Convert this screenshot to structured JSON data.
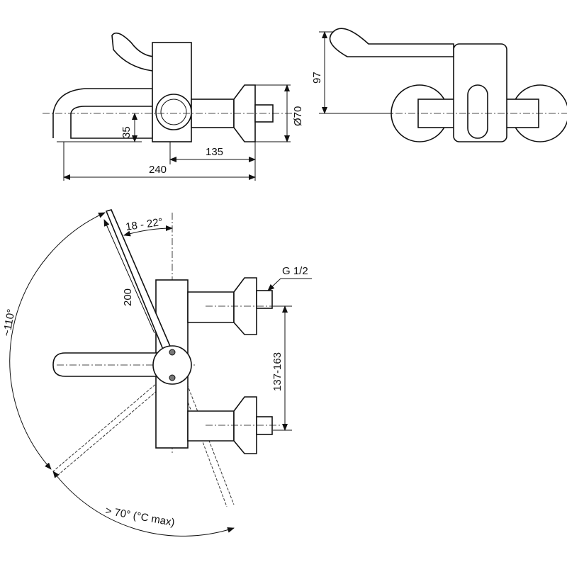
{
  "drawing": {
    "side_view": {
      "dim_spout_height": "35",
      "dim_diameter": "Ø70",
      "dim_body_depth": "135",
      "dim_total_depth": "240"
    },
    "front_view": {
      "dim_height": "97"
    },
    "top_view": {
      "dim_lever_angle": "18 - 22°",
      "dim_lever_length": "200",
      "dim_rotation": "~110°",
      "dim_thread": "G 1/2",
      "dim_centers": "137-163",
      "dim_hot_limit": "> 70° (°C max)"
    }
  }
}
